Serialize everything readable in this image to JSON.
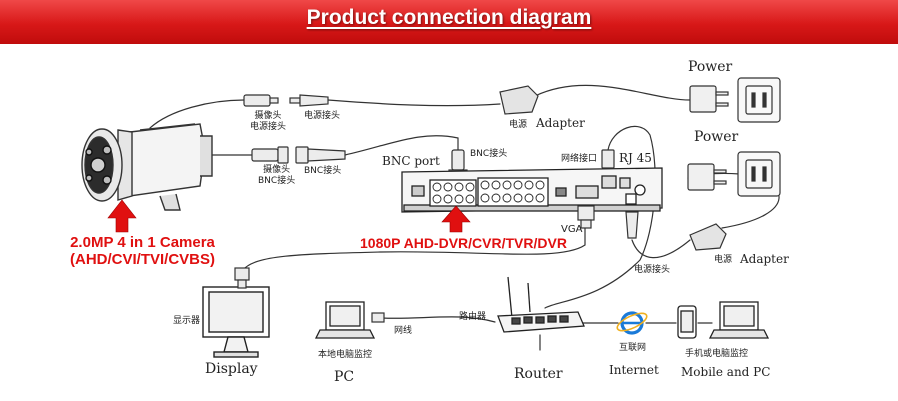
{
  "banner": {
    "title": "Product connection diagram",
    "color": "#d81818"
  },
  "camera": {
    "label_line1": "2.0MP 4 in 1 Camera",
    "label_line2": "(AHD/CVI/TVI/CVBS)",
    "icon": "bullet-camera-icon"
  },
  "dvr": {
    "label": "1080P AHD-DVR/CVR/TVR/DVR",
    "bnc_port": "BNC port",
    "bnc_connector": "BNC接头",
    "network_port": "网络接口",
    "rj45": "RJ 45",
    "vga": "VGA",
    "power_connector": "电源接头",
    "icon": "dvr-icon"
  },
  "camera_cables": {
    "camera_power": "摄像头\n电源接头",
    "power_connector": "电源接头",
    "camera_bnc": "摄像头\nBNC接头",
    "bnc_connector": "BNC接头"
  },
  "adapters": {
    "adapter1_cn": "电源",
    "adapter1_en": "Adapter",
    "adapter2_cn": "电源",
    "adapter2_en": "Adapter"
  },
  "power": {
    "power1": "Power",
    "power2": "Power"
  },
  "display": {
    "cn": "显示器",
    "en": "Display",
    "icon": "monitor-icon"
  },
  "pc": {
    "cn": "本地电脑监控",
    "cable": "网线",
    "en": "PC",
    "icon": "laptop-icon"
  },
  "router": {
    "cn": "路由器",
    "en": "Router",
    "icon": "router-icon"
  },
  "internet": {
    "cn": "互联网",
    "en": "Internet",
    "icon": "internet-explorer-icon"
  },
  "mobile": {
    "cn": "手机或电脑监控",
    "en": "Mobile and PC",
    "icon": "smartphone-icon"
  },
  "accent_color": "#e01010"
}
